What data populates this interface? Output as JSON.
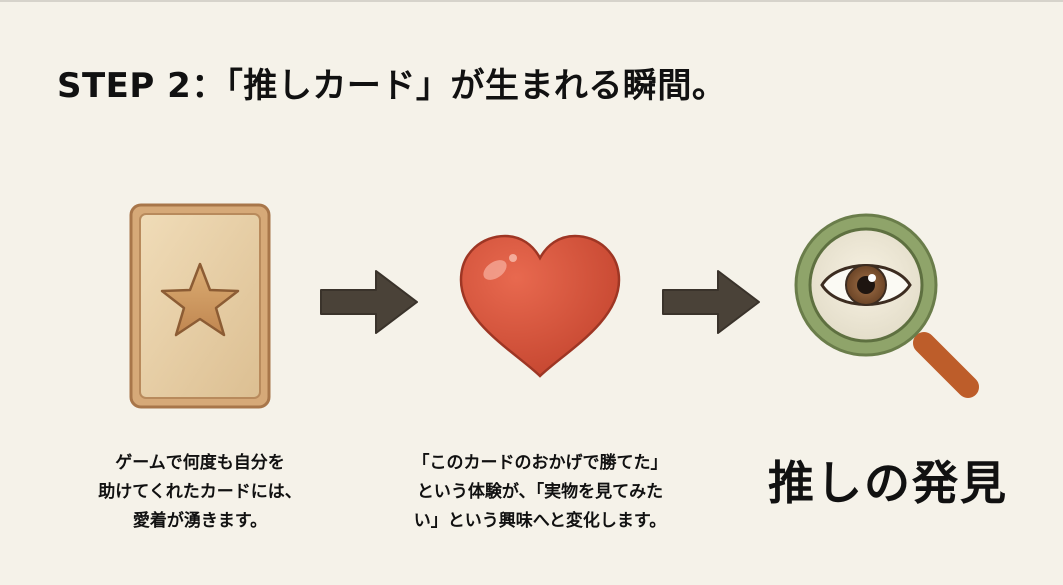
{
  "title": "STEP 2：「推しカード」が生まれる瞬間。",
  "steps": [
    {
      "icon": "star-card-icon",
      "caption_lines": [
        "ゲームで何度も自分を",
        "助けてくれたカードには、",
        "愛着が湧きます。"
      ]
    },
    {
      "icon": "heart-icon",
      "caption_lines": [
        "「このカードのおかげで勝てた」",
        "という体験が、「実物を見てみた",
        "い」という興味へと変化します。"
      ]
    },
    {
      "icon": "magnifier-eye-icon",
      "caption": "推しの発見"
    }
  ],
  "connectors": [
    "arrow-right-icon",
    "arrow-right-icon"
  ]
}
